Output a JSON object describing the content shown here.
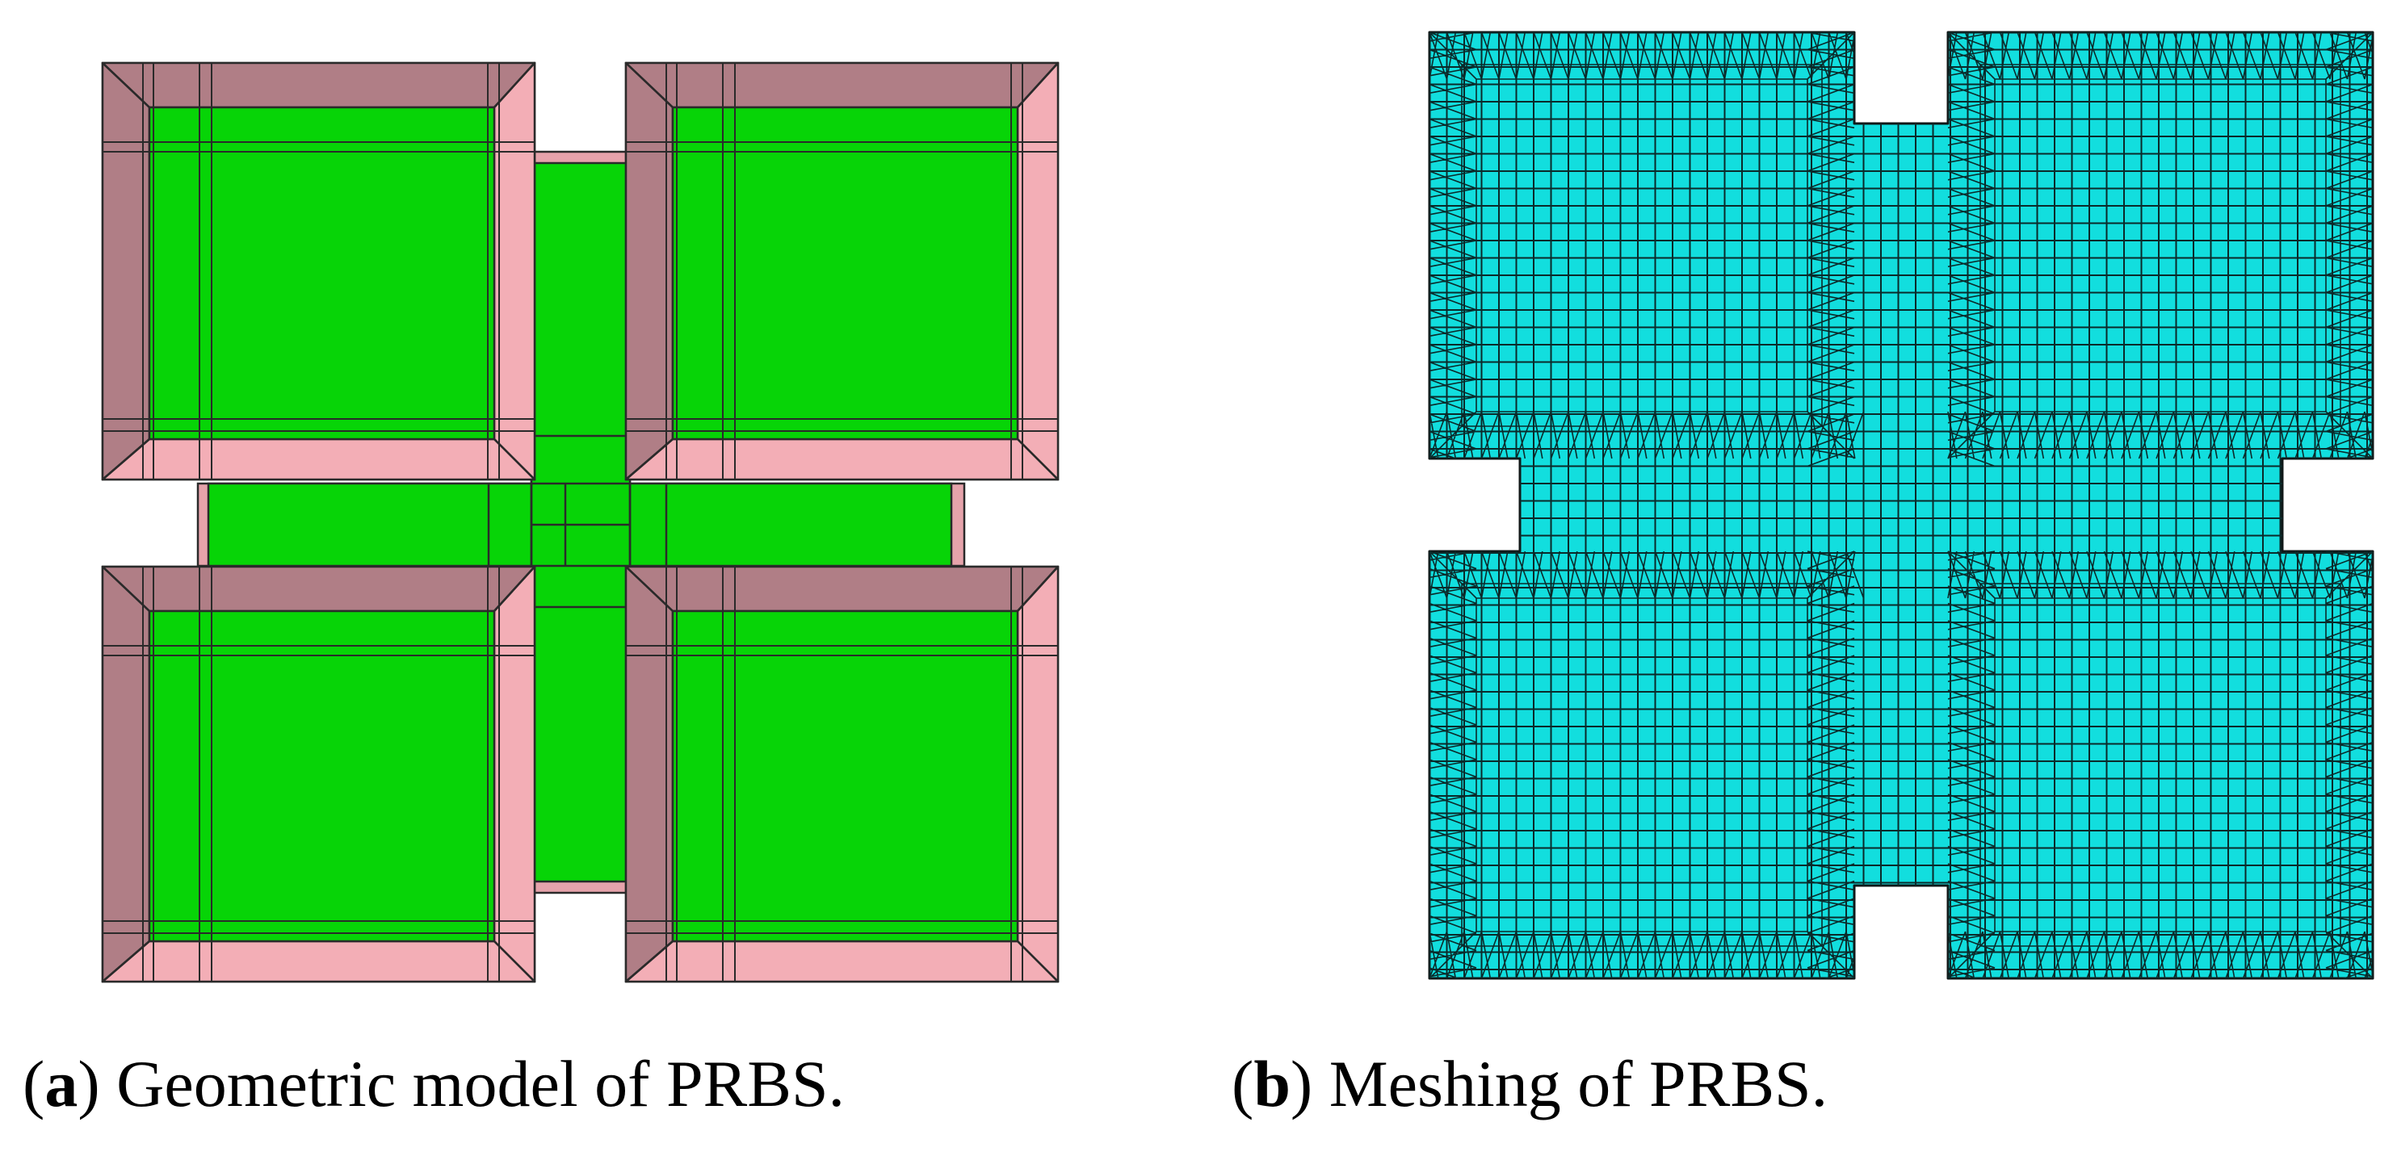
{
  "panels": [
    {
      "id": "a",
      "letter": "a",
      "caption": "Geometric model of PRBS.",
      "colors": {
        "floor": "#07d407",
        "wall_outer": "#b07e86",
        "wall_inner": "#f3aeb6",
        "wall_top": "#e6a3ab",
        "edge": "#2a2a2a"
      }
    },
    {
      "id": "b",
      "letter": "b",
      "caption": "Meshing of PRBS.",
      "colors": {
        "fill": "#12dede",
        "edge": "#0b2a2a"
      }
    }
  ]
}
